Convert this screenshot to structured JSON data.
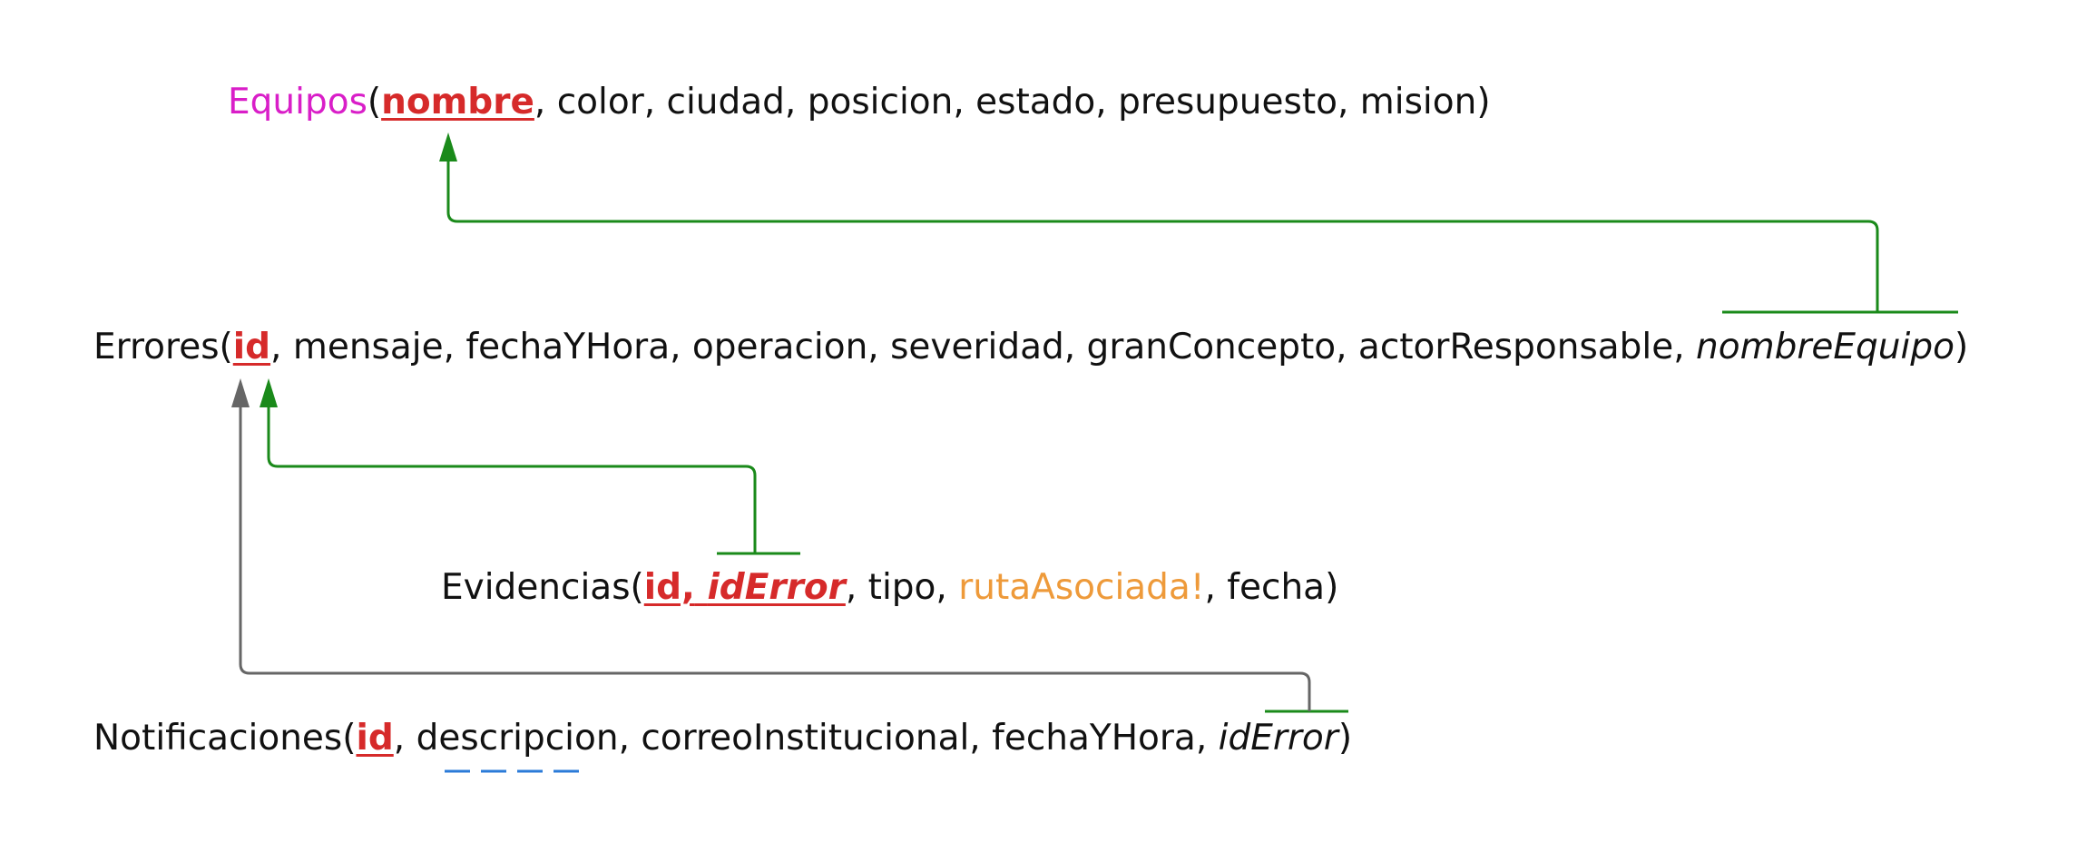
{
  "colors": {
    "primary_key": "#d62a2a",
    "table_equipos": "#d91ec8",
    "derived_attribute": "#ee9a3a",
    "reference_arrow": "#1a8a1a",
    "reference_arrow_gray": "#666666",
    "dashed_underline": "#2b7bd8"
  },
  "relations": [
    {
      "name": "Equipos",
      "open": "(",
      "pk": "nombre",
      "rest": ", color, ciudad, posicion, estado, presupuesto, mision",
      "close": ")"
    },
    {
      "name": "Errores",
      "open": "(",
      "pk": "id",
      "rest": ", mensaje, fechaYHora, operacion, severidad, granConcepto, actorResponsable, ",
      "fk": "nombreEquipo",
      "close": ")"
    },
    {
      "name": "Evidencias",
      "open": "(",
      "pk_a": "id,",
      "pk_b": "idError",
      "rest1": ", tipo, ",
      "derived": "rutaAsociada!",
      "rest2": ", fecha",
      "close": ")"
    },
    {
      "name": "Notificaciones",
      "open": "(",
      "pk": "id",
      "sep": ", ",
      "multivalued": "descripcion",
      "rest": ", correoInstitucional, fechaYHora, ",
      "fk": "idError",
      "close": ")"
    }
  ]
}
